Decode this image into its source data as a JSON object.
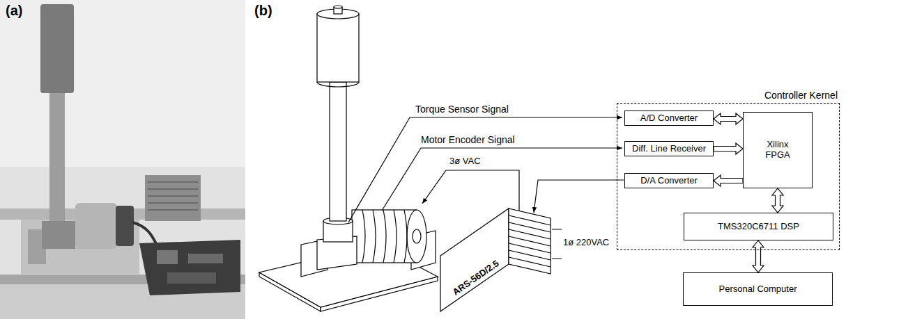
{
  "diagram": {
    "nodes": [
      {
        "text": [
          "Controller Kernel"
        ]
      },
      {
        "text": [
          "A/D Converter"
        ],
        "in": 0
      },
      {
        "text": [
          "Diff. Line Receiver"
        ],
        "in": 0
      },
      {
        "text": [
          "D/A Converter"
        ],
        "in": 0
      },
      {
        "text": [
          "Xilinx FPGA"
        ],
        "in": 0
      },
      {
        "text": [
          "TMS320C6711 DSP"
        ],
        "in": 0
      },
      {
        "text": [
          "Personal Computer"
        ]
      }
    ],
    "edges": [
      {
        "from": 1,
        "to": 4,
        "arrow": "both"
      },
      {
        "from": 2,
        "to": 4,
        "arrow": "to"
      },
      {
        "from": 4,
        "to": 3,
        "arrow": "to"
      },
      {
        "from": 4,
        "to": 5,
        "arrow": "both"
      },
      {
        "from": 5,
        "to": 6,
        "arrow": "both"
      }
    ],
    "labels": [
      "(a)",
      "(b)",
      "Torque Sensor Signal",
      "Motor Encoder Signal",
      "3ø VAC",
      "ARS-56D/2.5",
      "1ø 220VAC"
    ]
  }
}
